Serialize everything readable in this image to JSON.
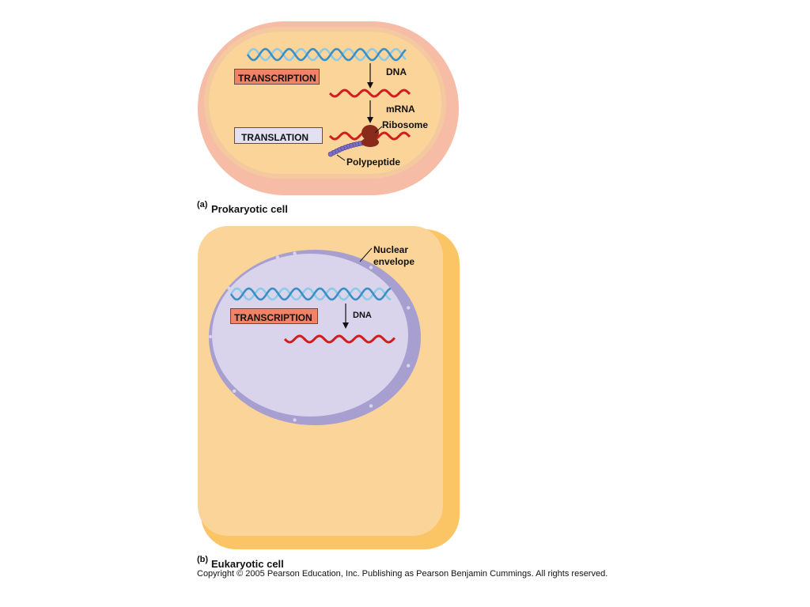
{
  "colors": {
    "cell_fill": "#fbd49a",
    "prokaryote_wall": "#f6bca6",
    "prokaryote_membrane": "#f4c9a0",
    "eukaryote_shadow": "#fbc566",
    "nucleus_fill": "#d9d4ec",
    "nuclear_envelope": "#a69fd0",
    "dna_strand": "#3a8fc4",
    "dna_strand_light": "#8ec9e6",
    "mrna": "#d11d1d",
    "transcription_box": "#f28266",
    "translation_box": "#e3e0f2",
    "ribosome": "#8a2a1a",
    "polypeptide": "#7e6fc4"
  },
  "prokaryote": {
    "transcription_label": "TRANSCRIPTION",
    "translation_label": "TRANSLATION",
    "dna_label": "DNA",
    "mrna_label": "mRNA",
    "ribosome_label": "Ribosome",
    "polypeptide_label": "Polypeptide",
    "panel_tag": "(a)",
    "panel_title": "Prokaryotic cell"
  },
  "eukaryote": {
    "nuclear_envelope_label_line1": "Nuclear",
    "nuclear_envelope_label_line2": "envelope",
    "transcription_label": "TRANSCRIPTION",
    "dna_label": "DNA",
    "panel_tag": "(b)",
    "panel_title": "Eukaryotic cell"
  },
  "copyright": "Copyright © 2005 Pearson Education, Inc. Publishing as Pearson Benjamin Cummings. All rights reserved."
}
